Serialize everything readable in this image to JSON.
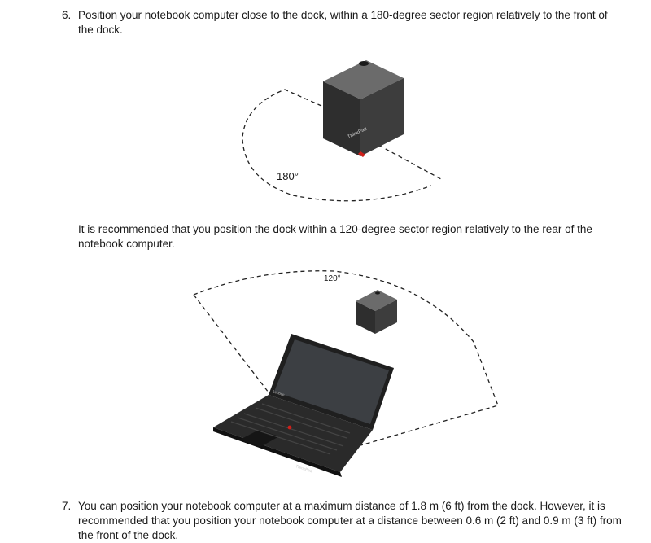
{
  "step6": {
    "number": "6.",
    "text": "Position your notebook computer close to the dock, within a 180-degree sector region relatively to the front of the dock."
  },
  "figure1": {
    "angle_label": "180°",
    "dock_brand": "ThinkPad"
  },
  "recommendation": "It is recommended that you position the dock within a 120-degree sector region relatively to the rear of the notebook computer.",
  "figure2": {
    "angle_label": "120°",
    "laptop_brand": "ThinkPad",
    "screen_brand": "Lenovo"
  },
  "step7": {
    "number": "7.",
    "text": "You can position your notebook computer at a maximum distance of 1.8 m (6 ft) from the dock. However, it is recommended that you position your notebook computer at a distance between 0.6 m (2 ft) and 0.9 m (3 ft) from the front of the dock."
  }
}
